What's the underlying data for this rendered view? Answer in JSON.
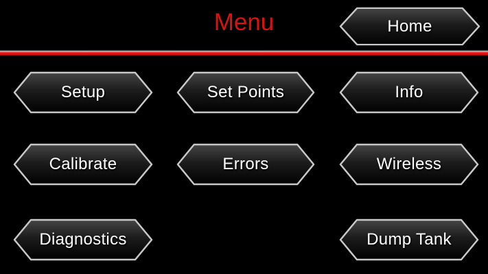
{
  "header": {
    "title": "Menu",
    "title_color": "#dc1111",
    "home_button": {
      "label": "Home"
    }
  },
  "divider": {
    "top_gray_color": "#cfcfcf",
    "red_color": "#e51010"
  },
  "theme": {
    "background": "#000000",
    "button_border": "#c9c9c9",
    "button_fill_top": "#454545",
    "button_fill_bottom": "#010101",
    "button_text": "#ffffff"
  },
  "menu": {
    "buttons": [
      {
        "id": "setup",
        "label": "Setup"
      },
      {
        "id": "set-points",
        "label": "Set Points"
      },
      {
        "id": "info",
        "label": "Info"
      },
      {
        "id": "calibrate",
        "label": "Calibrate"
      },
      {
        "id": "errors",
        "label": "Errors"
      },
      {
        "id": "wireless",
        "label": "Wireless"
      },
      {
        "id": "diagnostics",
        "label": "Diagnostics"
      },
      {
        "id": "dump-tank",
        "label": "Dump Tank"
      }
    ]
  }
}
